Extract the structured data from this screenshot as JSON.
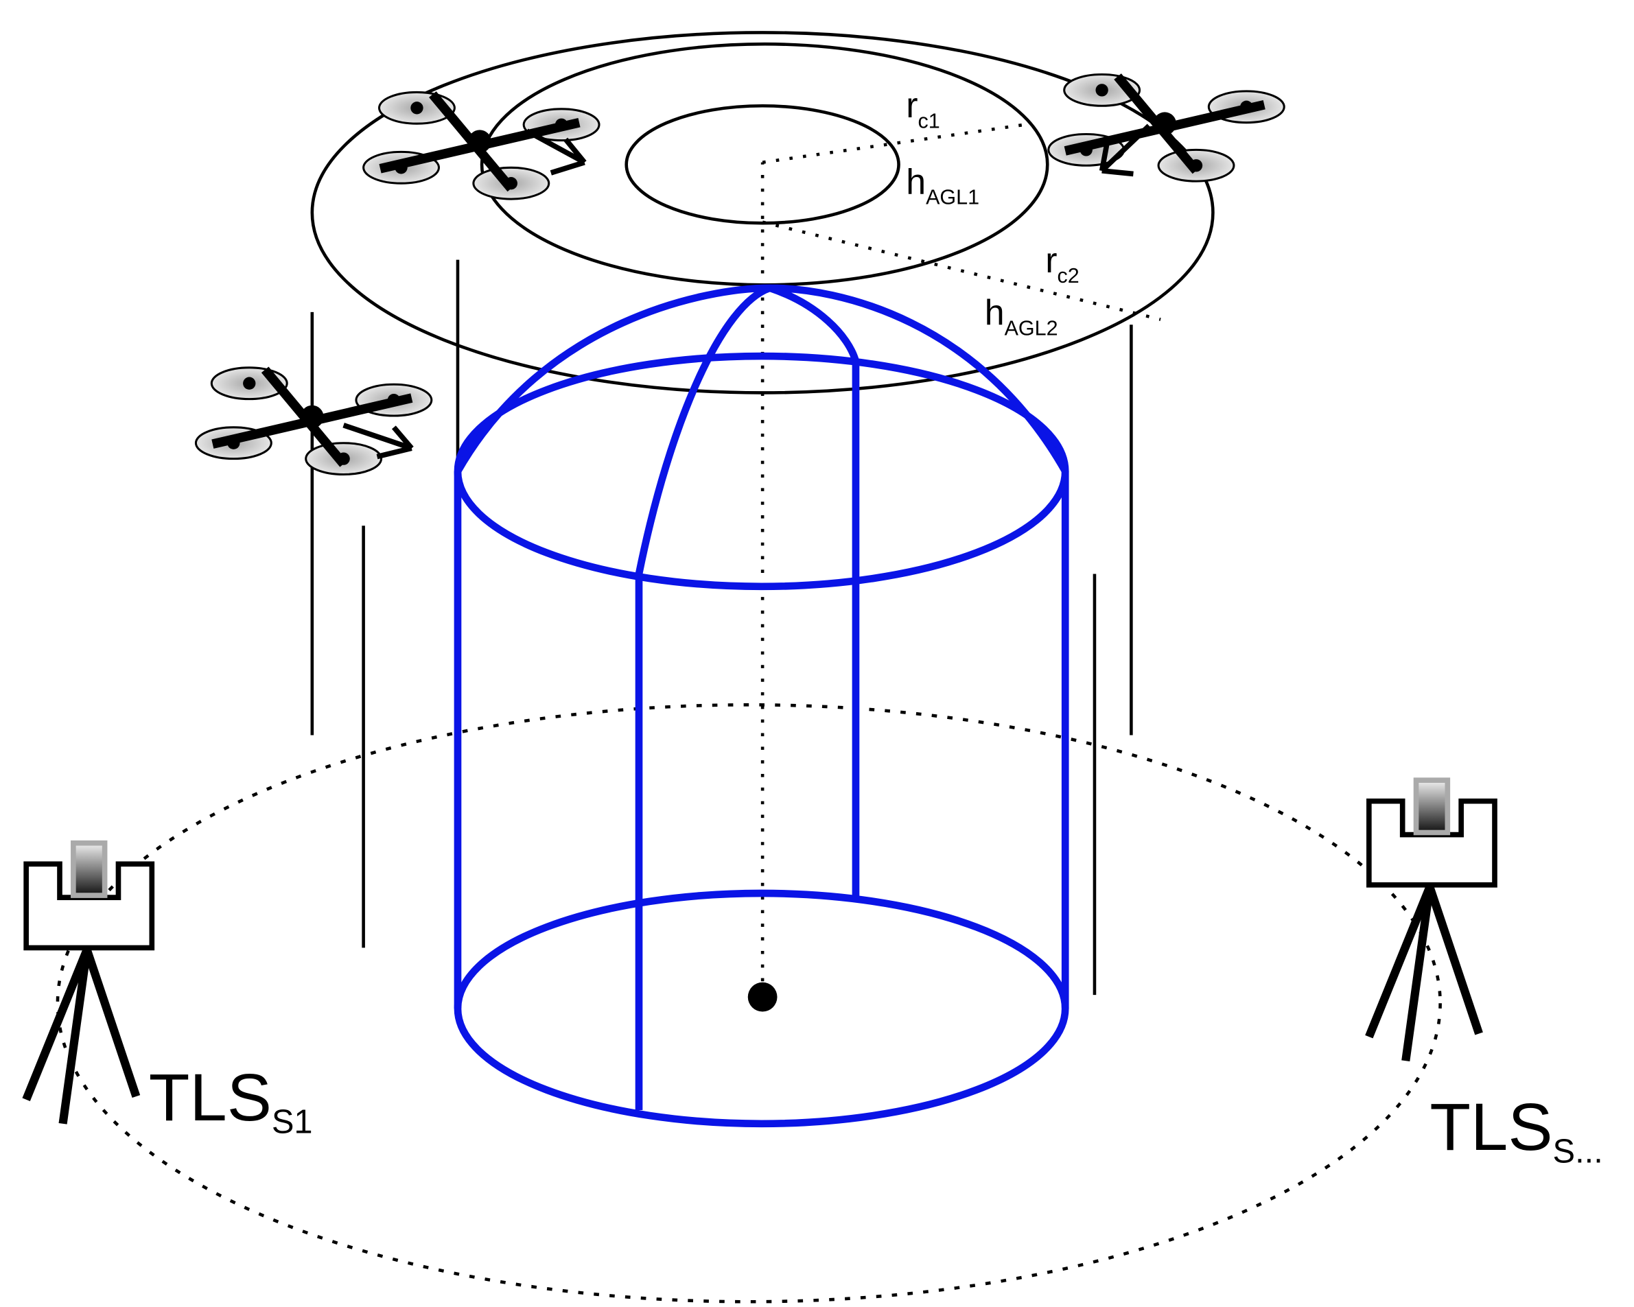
{
  "labels": {
    "rc1": {
      "main": "r",
      "sub": "c1"
    },
    "hagl1": {
      "main": "h",
      "sub": "AGL1"
    },
    "rc2": {
      "main": "r",
      "sub": "c2"
    },
    "hagl2": {
      "main": "h",
      "sub": "AGL2"
    },
    "tls_s1": {
      "main": "TLS",
      "sub": "S1"
    },
    "tls_sn": {
      "main": "TLS",
      "sub": "S..."
    }
  },
  "colors": {
    "structure": "#0a14e6",
    "ink": "#000000",
    "rotor_fill": "#c8c8c8",
    "scanner_frame": "#aaaaaa"
  },
  "icons": {
    "drone": "quadcopter-icon",
    "scanner": "tripod-scanner-icon"
  }
}
